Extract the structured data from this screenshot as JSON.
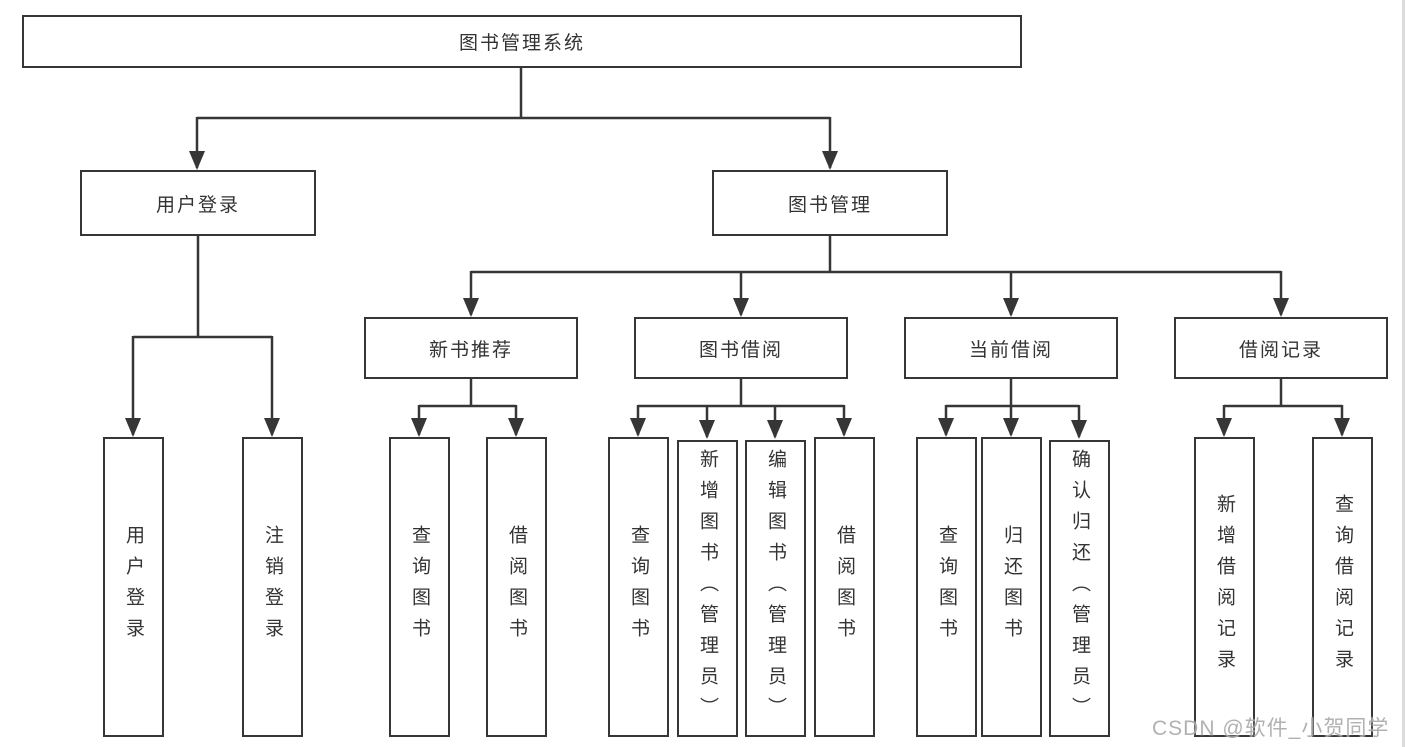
{
  "tree": {
    "root": {
      "label": "图书管理系统"
    },
    "branches": [
      {
        "label": "用户登录",
        "children": [
          {
            "label": "用户登录"
          },
          {
            "label": "注销登录"
          }
        ]
      },
      {
        "label": "图书管理",
        "children": [
          {
            "label": "新书推荐",
            "children": [
              {
                "label": "查询图书"
              },
              {
                "label": "借阅图书"
              }
            ]
          },
          {
            "label": "图书借阅",
            "children": [
              {
                "label": "查询图书"
              },
              {
                "label": "新增图书（管理员）"
              },
              {
                "label": "编辑图书（管理员）"
              },
              {
                "label": "借阅图书"
              }
            ]
          },
          {
            "label": "当前借阅",
            "children": [
              {
                "label": "查询图书"
              },
              {
                "label": "归还图书"
              },
              {
                "label": "确认归还（管理员）"
              }
            ]
          },
          {
            "label": "借阅记录",
            "children": [
              {
                "label": "新增借阅记录"
              },
              {
                "label": "查询借阅记录"
              }
            ]
          }
        ]
      }
    ]
  },
  "watermark": {
    "text": "CSDN @软件_小贺同学"
  },
  "colors": {
    "line": "#363636",
    "box_border": "#363636",
    "text": "#333333",
    "watermark": "#ababab"
  }
}
